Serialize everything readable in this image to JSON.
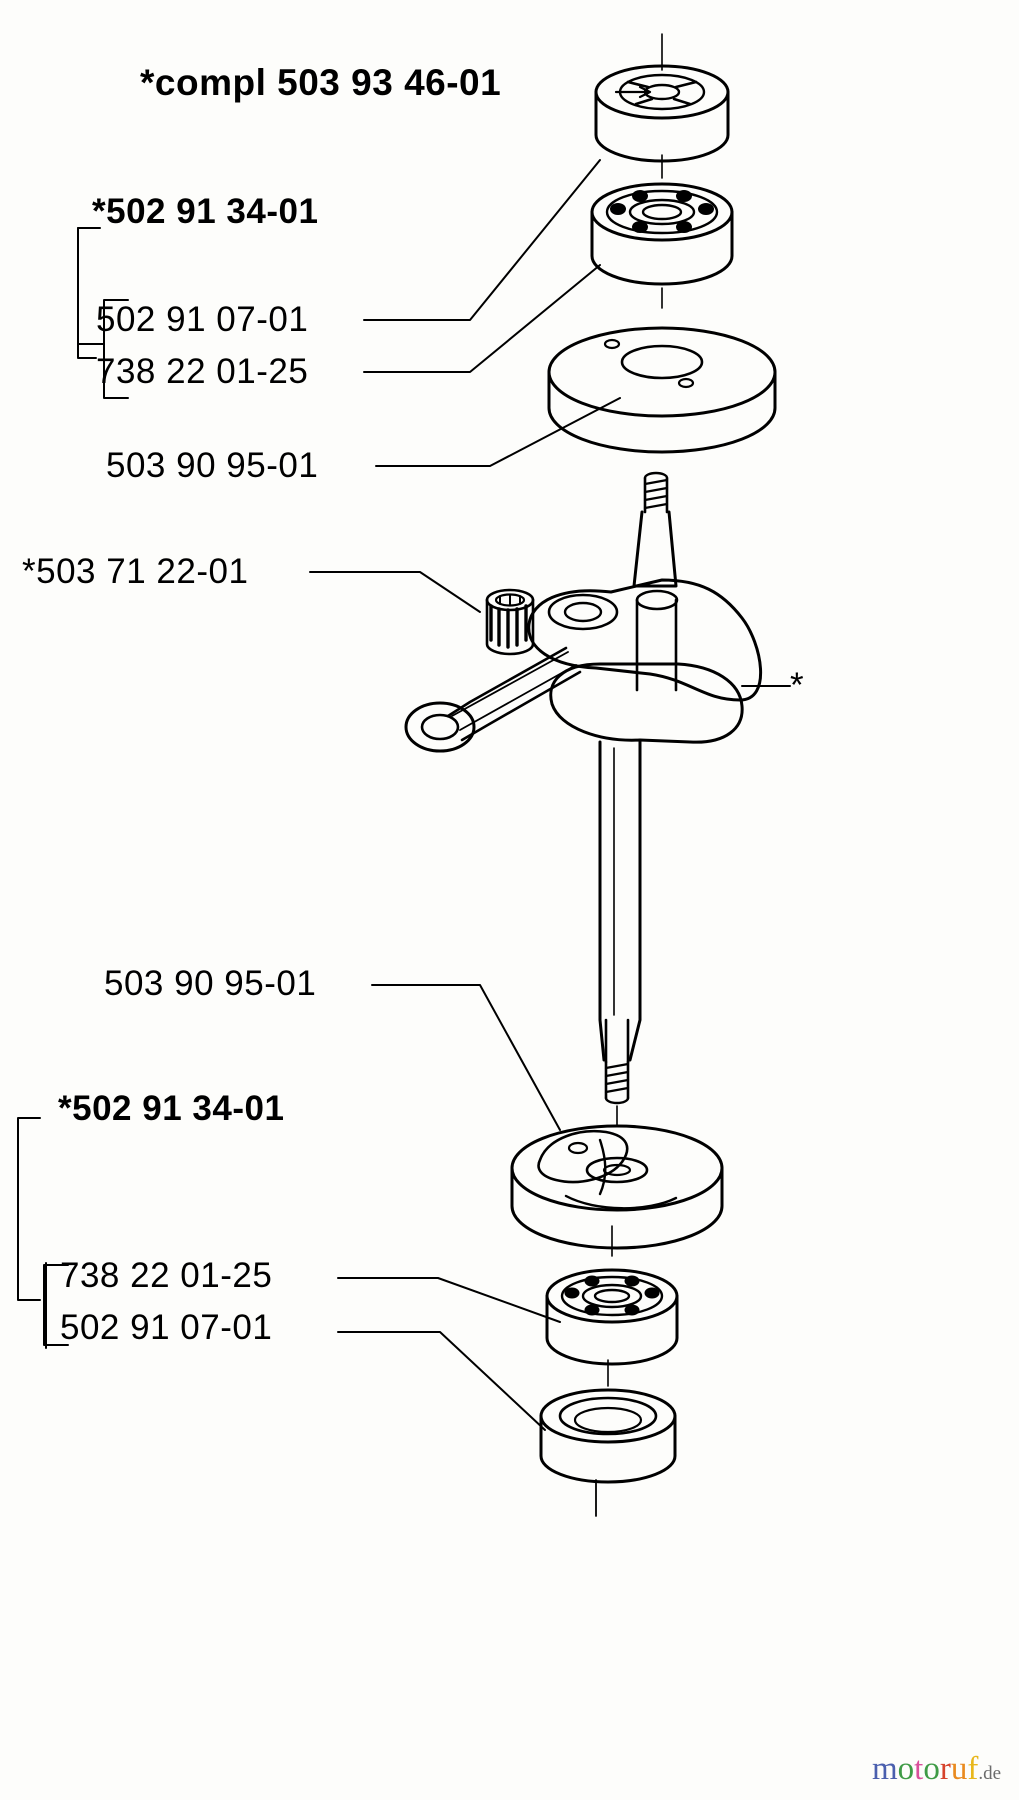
{
  "document": {
    "kind": "exploded-parts-diagram",
    "subject": "Crankshaft assembly",
    "background_color": "#fdfdfb",
    "line_color": "#000000"
  },
  "labels": {
    "title": "*compl 503 93 46-01",
    "upper_group_heading": "*502 91 34-01",
    "upper_group_items": [
      "502 91 07-01",
      "738 22 01-25"
    ],
    "upper_seal": "503 90 95-01",
    "needle_bearing": "*503 71 22-01",
    "crank_marker": "*",
    "lower_seal": "503 90 95-01",
    "lower_group_heading": "*502 91 34-01",
    "lower_group_items": [
      "738 22 01-25",
      "502 91 07-01"
    ]
  },
  "watermark": {
    "text": "motoruf",
    "suffix": ".de",
    "letters": [
      {
        "ch": "m",
        "color": "#4a5fae"
      },
      {
        "ch": "o",
        "color": "#3f9b46"
      },
      {
        "ch": "t",
        "color": "#d9509b"
      },
      {
        "ch": "o",
        "color": "#3f9b46"
      },
      {
        "ch": "r",
        "color": "#d6422b"
      },
      {
        "ch": "u",
        "color": "#e98a1f"
      },
      {
        "ch": "f",
        "color": "#e8b71c"
      }
    ],
    "suffix_color": "#6b6b6b"
  }
}
